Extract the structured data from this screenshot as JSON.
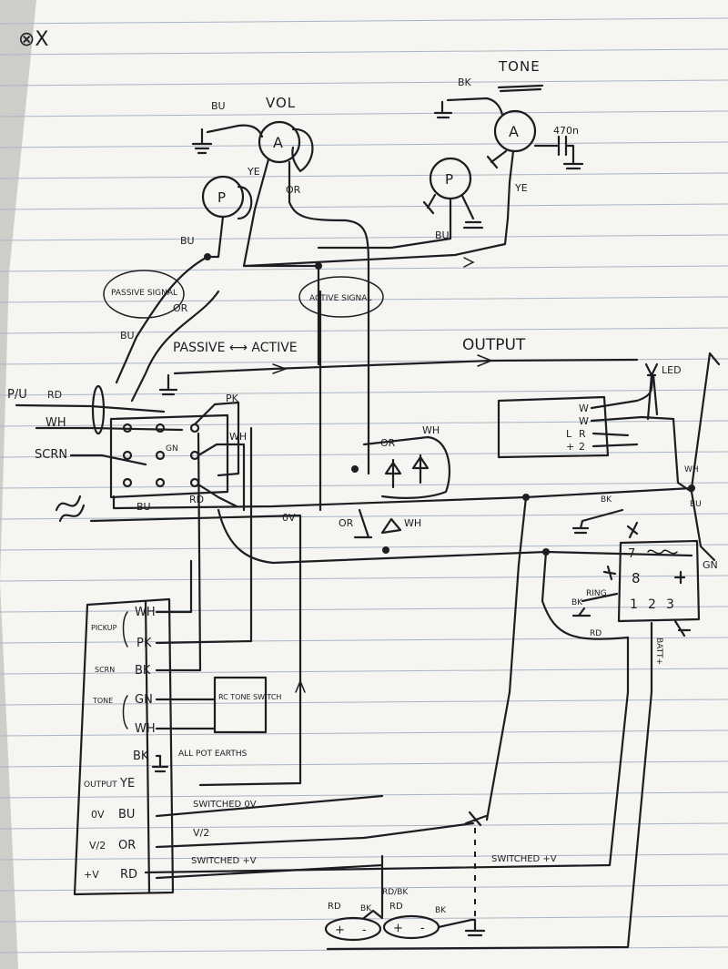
{
  "title_mark": "⊗X",
  "pots": {
    "vol": "VOL",
    "tone": "TONE",
    "a": "A",
    "p": "P"
  },
  "wires": {
    "bu": "BU",
    "bk": "BK",
    "ye": "YE",
    "or": "OR",
    "wh": "WH",
    "pk": "PK",
    "rd": "RD",
    "gn": "GN",
    "scrn": "SCRN",
    "rdbk": "RD/BK"
  },
  "labels": {
    "cap": "470n",
    "passive_signal": "PASSIVE SIGNAL",
    "active_signal": "ACTIVE SIGNAL",
    "passive_active": "PASSIVE ⟷ ACTIVE",
    "output": "OUTPUT",
    "led": "LED",
    "pu": "P/U",
    "ov": "0V",
    "ring": "RING",
    "batt": "BATT+",
    "rc_tone_switch": "RC TONE SWITCH",
    "all_pot_earths": "ALL POT EARTHS",
    "switched_ov": "SWITCHED 0V",
    "v2": "V/2",
    "switched_v": "SWITCHED +V",
    "switched_v_lower": "SWITCHED +V"
  },
  "jack_pins": [
    "7",
    "8",
    "1",
    "2",
    "3"
  ],
  "switch_pins": [
    "W",
    "W",
    "L",
    "R",
    "+",
    "2"
  ],
  "connector": {
    "groups": {
      "pickup": "PICKUP",
      "scrn": "SCRN",
      "tone": "TONE"
    },
    "rows": [
      {
        "code": "WH"
      },
      {
        "code": "PK"
      },
      {
        "code": "BK"
      },
      {
        "code": "GN"
      },
      {
        "code": "WH"
      },
      {
        "code": "BK"
      },
      {
        "label": "OUTPUT",
        "code": "YE"
      },
      {
        "label": "0V",
        "code": "BU"
      },
      {
        "label": "V/2",
        "code": "OR"
      },
      {
        "label": "+V",
        "code": "RD"
      }
    ]
  },
  "battery": {
    "plus": "+",
    "minus": "-"
  }
}
